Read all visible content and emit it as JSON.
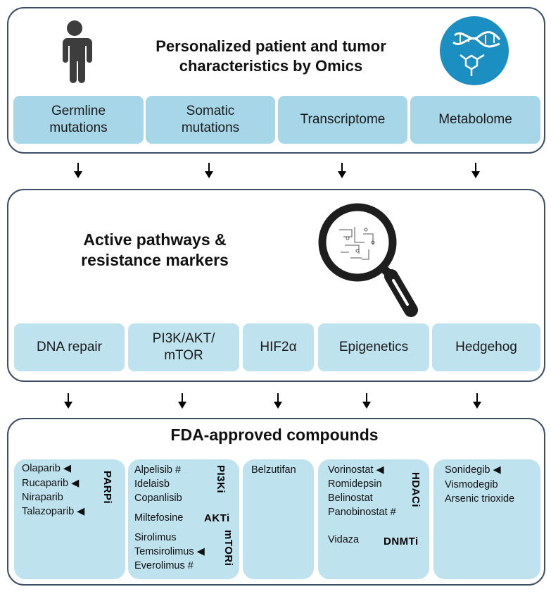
{
  "colors": {
    "panel_border": "#3d4f66",
    "box": "#a7d6e8",
    "box_light": "#bfe2ef",
    "dna_circle": "#1c8fc2"
  },
  "panel1": {
    "title_line1": "Personalized patient and tumor",
    "title_line2": "characteristics by Omics",
    "icons": [
      "person-icon",
      "dna-molecule-icon"
    ],
    "boxes": [
      {
        "line1": "Germline",
        "line2": "mutations"
      },
      {
        "line1": "Somatic",
        "line2": "mutations"
      },
      {
        "line1": "Transcriptome",
        "line2": ""
      },
      {
        "line1": "Metabolome",
        "line2": ""
      }
    ]
  },
  "panel2": {
    "title_line1": "Active pathways &",
    "title_line2": "resistance markers",
    "icons": [
      "magnifier-icon"
    ],
    "boxes": [
      {
        "line1": "DNA repair",
        "line2": ""
      },
      {
        "line1": "PI3K/AKT/",
        "line2": "mTOR"
      },
      {
        "line1": "HIF2α",
        "line2": ""
      },
      {
        "line1": "Epigenetics",
        "line2": ""
      },
      {
        "line1": "Hedgehog",
        "line2": ""
      }
    ]
  },
  "panel3": {
    "title": "FDA-approved compounds",
    "cards": [
      {
        "drugs": [
          "Olaparib ◀",
          "Rucaparib ◀",
          "Niraparib",
          "Talazoparib ◀"
        ],
        "class": "PARPi"
      },
      {
        "groups": [
          {
            "drugs": [
              "Alpelisib #",
              "Idelaisb",
              "Copanlisib"
            ],
            "class": "PI3Ki"
          },
          {
            "drugs": [
              "Miltefosine"
            ],
            "class": "AKTi"
          },
          {
            "drugs": [
              "Sirolimus",
              "Temsirolimus ◀",
              "Everolimus #"
            ],
            "class": "mTORi"
          }
        ]
      },
      {
        "drugs": [
          "Belzutifan"
        ]
      },
      {
        "groups": [
          {
            "drugs": [
              "Vorinostat ◀",
              "Romidepsin",
              "Belinostat",
              "Panobinostat #"
            ],
            "class": "HDACi"
          },
          {
            "drugs": [
              "Vidaza"
            ],
            "class": "DNMTi"
          }
        ]
      },
      {
        "drugs": [
          "Sonidegib ◀",
          "Vismodegib",
          "Arsenic trioxide"
        ]
      }
    ]
  }
}
